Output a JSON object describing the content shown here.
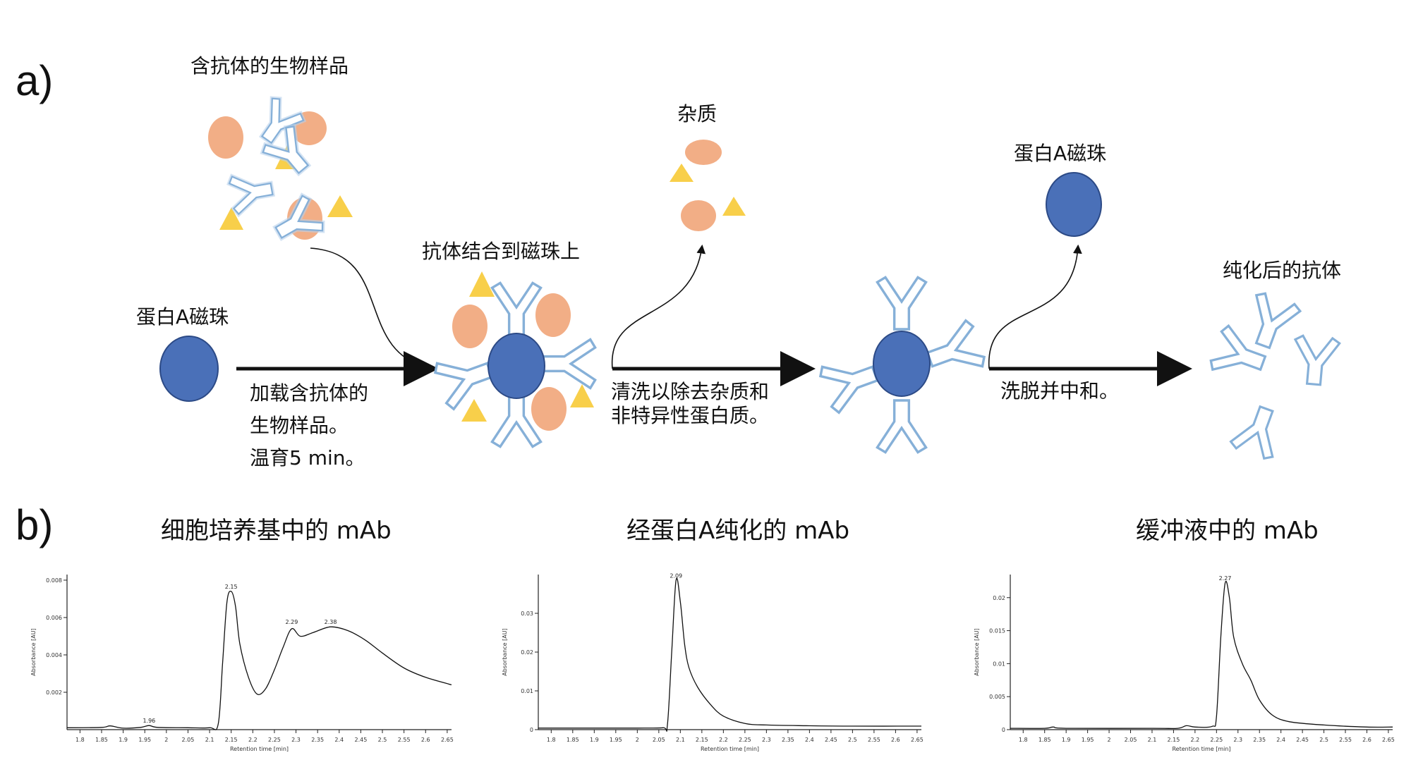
{
  "panels": {
    "a": "a)",
    "b": "b)"
  },
  "colors": {
    "bead": "#4a70b8",
    "bead_stroke": "#2c4a86",
    "impurity": "#f2ae86",
    "triangle": "#f8cf4a",
    "antibody_stroke": "#86b0d8",
    "arrow": "#111111"
  },
  "labels": {
    "sample": "含抗体的生物样品",
    "bead_left": "蛋白A磁珠",
    "bound": "抗体结合到磁珠上",
    "impurities": "杂质",
    "bead_right": "蛋白A磁珠",
    "purified": "纯化后的抗体"
  },
  "steps": {
    "load": [
      "加载含抗体的",
      "生物样品。",
      "温育5 min。"
    ],
    "wash": [
      "清洗以除去杂质和",
      "非特异性蛋白质。"
    ],
    "elute": [
      "洗脱并中和。"
    ]
  },
  "chart_data": [
    {
      "type": "line",
      "title": "细胞培养基中的 mAb",
      "xlabel": "Retention time [min]",
      "ylabel": "Absorbance [AU]",
      "xlim": [
        1.77,
        2.66
      ],
      "ylim": [
        0,
        0.0083
      ],
      "xticks": [
        "1.8",
        "1.85",
        "1.9",
        "1.95",
        "2",
        "2.05",
        "2.1",
        "2.15",
        "2.2",
        "2.25",
        "2.3",
        "2.35",
        "2.4",
        "2.45",
        "2.5",
        "2.55",
        "2.6",
        "2.65"
      ],
      "yticks": [
        "0.002",
        "0.004",
        "0.006",
        "0.008"
      ],
      "peaks": [
        {
          "x": 1.96,
          "y": 0.00022,
          "label": "1.96"
        },
        {
          "x": 2.15,
          "y": 0.0074,
          "label": "2.15"
        },
        {
          "x": 2.29,
          "y": 0.0055,
          "label": "2.29"
        },
        {
          "x": 2.38,
          "y": 0.0055,
          "label": "2.38"
        }
      ],
      "points": [
        [
          1.77,
          0.0001
        ],
        [
          1.85,
          0.00012
        ],
        [
          1.87,
          0.0002
        ],
        [
          1.9,
          8e-05
        ],
        [
          1.94,
          0.00012
        ],
        [
          1.96,
          0.00022
        ],
        [
          1.98,
          0.00012
        ],
        [
          2.05,
          0.0001
        ],
        [
          2.1,
          0.0001
        ],
        [
          2.12,
          0.0003
        ],
        [
          2.13,
          0.0035
        ],
        [
          2.14,
          0.0068
        ],
        [
          2.15,
          0.0074
        ],
        [
          2.16,
          0.0066
        ],
        [
          2.17,
          0.0046
        ],
        [
          2.19,
          0.0028
        ],
        [
          2.21,
          0.0019
        ],
        [
          2.23,
          0.0022
        ],
        [
          2.25,
          0.0032
        ],
        [
          2.27,
          0.0044
        ],
        [
          2.29,
          0.0054
        ],
        [
          2.31,
          0.005
        ],
        [
          2.34,
          0.0052
        ],
        [
          2.38,
          0.0055
        ],
        [
          2.42,
          0.0053
        ],
        [
          2.46,
          0.0048
        ],
        [
          2.5,
          0.0041
        ],
        [
          2.55,
          0.0033
        ],
        [
          2.6,
          0.0028
        ],
        [
          2.66,
          0.0024
        ]
      ]
    },
    {
      "type": "line",
      "title": "经蛋白A纯化的 mAb",
      "xlabel": "Retention time [min]",
      "ylabel": "Absorbance [AU]",
      "xlim": [
        1.77,
        2.66
      ],
      "ylim": [
        0,
        0.04
      ],
      "xticks": [
        "1.8",
        "1.85",
        "1.9",
        "1.95",
        "2",
        "2.05",
        "2.1",
        "2.15",
        "2.2",
        "2.25",
        "2.3",
        "2.35",
        "2.4",
        "2.45",
        "2.5",
        "2.55",
        "2.6",
        "2.65"
      ],
      "yticks": [
        "0",
        "0.01",
        "0.02",
        "0.03"
      ],
      "peaks": [
        {
          "x": 2.09,
          "y": 0.0385,
          "label": "2.09"
        }
      ],
      "points": [
        [
          1.77,
          0.0004
        ],
        [
          1.9,
          0.0004
        ],
        [
          2.0,
          0.0004
        ],
        [
          2.06,
          0.0005
        ],
        [
          2.07,
          0.0012
        ],
        [
          2.08,
          0.02
        ],
        [
          2.09,
          0.0385
        ],
        [
          2.1,
          0.033
        ],
        [
          2.11,
          0.022
        ],
        [
          2.12,
          0.016
        ],
        [
          2.14,
          0.011
        ],
        [
          2.17,
          0.0065
        ],
        [
          2.2,
          0.0035
        ],
        [
          2.25,
          0.0016
        ],
        [
          2.3,
          0.0012
        ],
        [
          2.4,
          0.001
        ],
        [
          2.5,
          0.0009
        ],
        [
          2.66,
          0.0009
        ]
      ]
    },
    {
      "type": "line",
      "title": "缓冲液中的 mAb",
      "xlabel": "Retention time [min]",
      "ylabel": "Absorbance [AU]",
      "xlim": [
        1.77,
        2.66
      ],
      "ylim": [
        0,
        0.0235
      ],
      "xticks": [
        "1.8",
        "1.85",
        "1.9",
        "1.95",
        "2",
        "2.05",
        "2.1",
        "2.15",
        "2.2",
        "2.25",
        "2.3",
        "2.35",
        "2.4",
        "2.45",
        "2.5",
        "2.55",
        "2.6",
        "2.65"
      ],
      "yticks": [
        "0",
        "0.005",
        "0.01",
        "0.015",
        "0.02"
      ],
      "peaks": [
        {
          "x": 2.27,
          "y": 0.0222,
          "label": "2.27"
        }
      ],
      "points": [
        [
          1.77,
          0.0002
        ],
        [
          1.85,
          0.0002
        ],
        [
          1.87,
          0.0004
        ],
        [
          1.9,
          0.0002
        ],
        [
          2.1,
          0.0002
        ],
        [
          2.16,
          0.0002
        ],
        [
          2.18,
          0.0006
        ],
        [
          2.2,
          0.0004
        ],
        [
          2.24,
          0.0005
        ],
        [
          2.25,
          0.002
        ],
        [
          2.26,
          0.014
        ],
        [
          2.27,
          0.0222
        ],
        [
          2.28,
          0.02
        ],
        [
          2.29,
          0.014
        ],
        [
          2.31,
          0.01
        ],
        [
          2.33,
          0.0075
        ],
        [
          2.35,
          0.0045
        ],
        [
          2.38,
          0.0022
        ],
        [
          2.42,
          0.0012
        ],
        [
          2.5,
          0.0007
        ],
        [
          2.6,
          0.0004
        ],
        [
          2.66,
          0.0004
        ]
      ]
    }
  ]
}
